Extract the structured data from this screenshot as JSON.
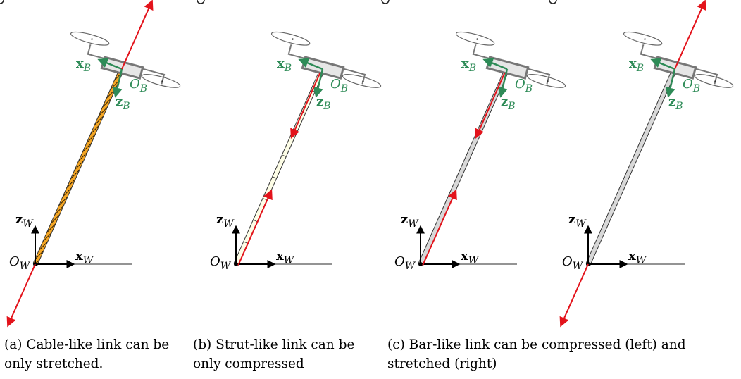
{
  "colors": {
    "force": "#e3131b",
    "body_frame": "#2e8b57",
    "world_frame": "#000000",
    "cable": "#f5a623",
    "strut": "#fdfde6",
    "bar": "#d8d8d8",
    "drone": "#777777"
  },
  "frames": {
    "body_x": "x",
    "body_z": "z",
    "body_origin": "O",
    "body_sub": "B",
    "world_x": "x",
    "world_z": "z",
    "world_origin": "O",
    "world_sub": "W"
  },
  "panels": [
    {
      "link": "cable",
      "force": "external-stretch"
    },
    {
      "link": "strut",
      "force": "internal-compress"
    },
    {
      "link": "bar",
      "force": "internal-compress"
    },
    {
      "link": "bar",
      "force": "external-stretch"
    }
  ],
  "captions": {
    "a_line1": "(a) Cable-like link can be",
    "a_line2": "only stretched.",
    "b_line1": "(b) Strut-like link can be",
    "b_line2": "only compressed",
    "c_line1": "(c) Bar-like link can be compressed (left) and",
    "c_line2": "stretched (right)"
  }
}
